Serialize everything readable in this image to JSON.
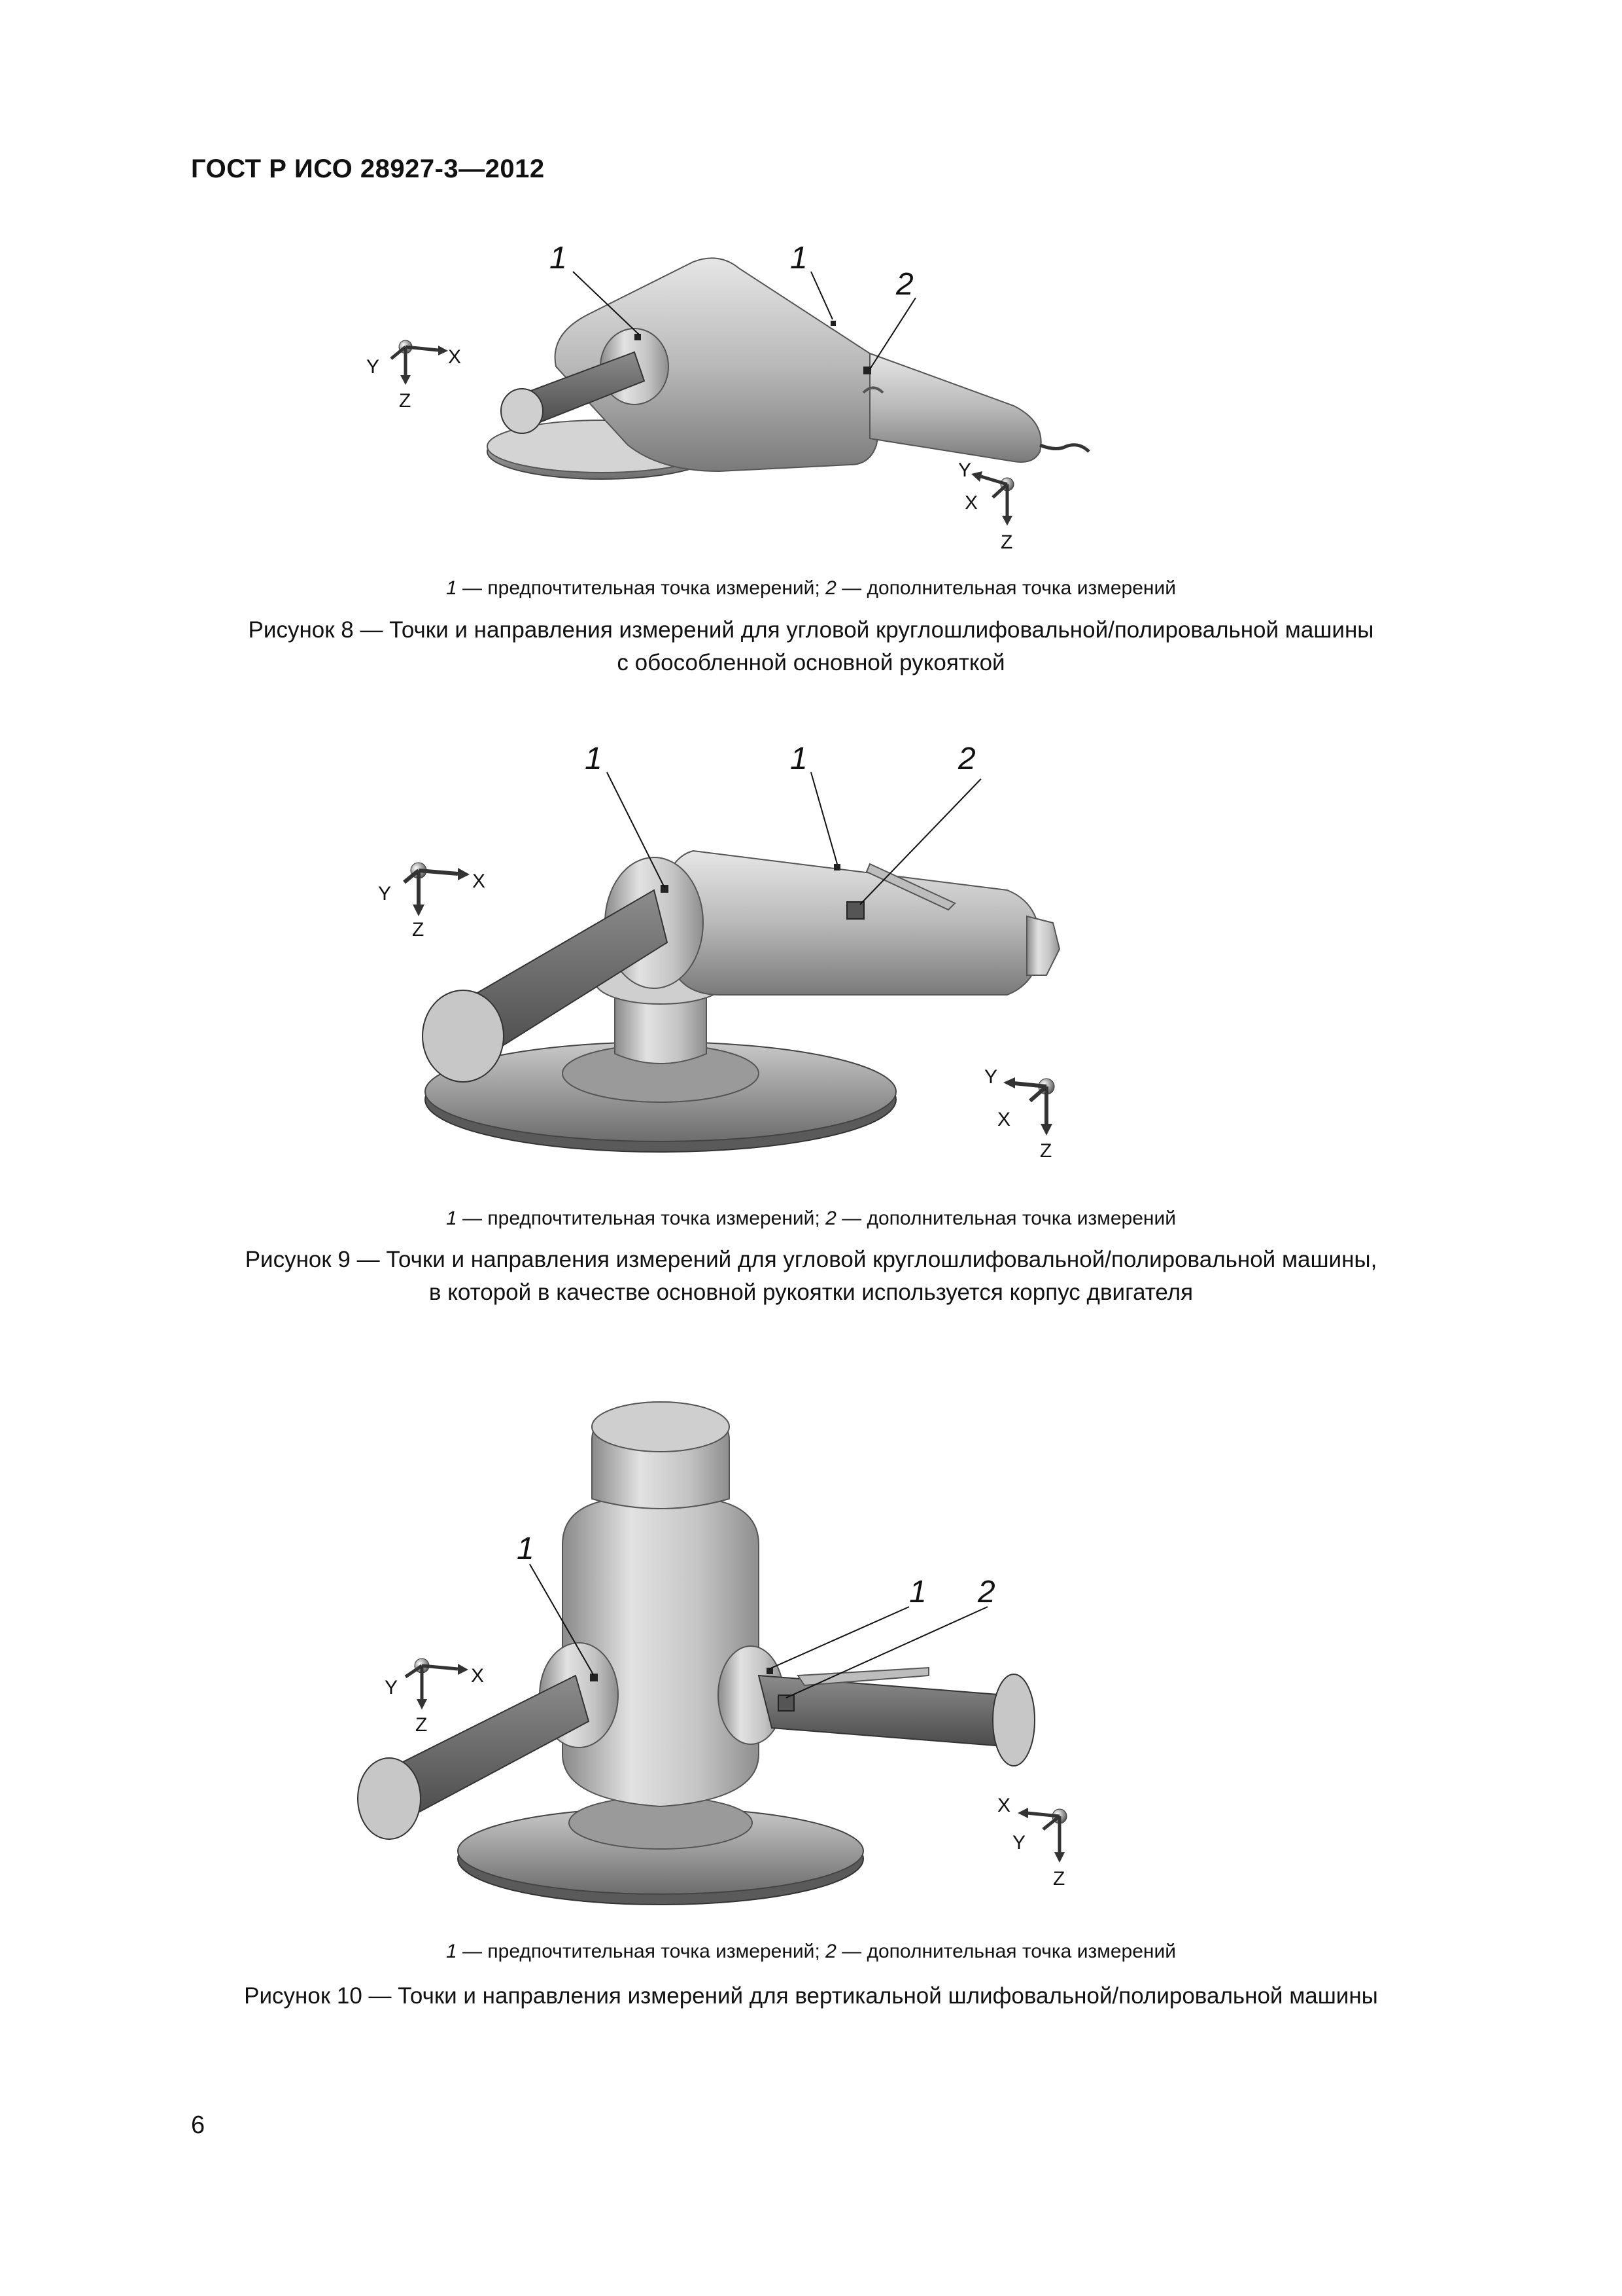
{
  "header": {
    "title": "ГОСТ Р ИСО 28927-3—2012"
  },
  "figures": [
    {
      "callouts": [
        "1",
        "1",
        "2"
      ],
      "axes_machine": [
        "Y",
        "X",
        "Z"
      ],
      "axes_grip": [
        "Y",
        "X",
        "Z"
      ],
      "legend": {
        "n1": "1",
        "t1": " — предпочтительная точка измерений; ",
        "n2": "2",
        "t2": " — дополнительная точка измерений"
      },
      "caption_line1": "Рисунок 8 — Точки и направления измерений для угловой круглошлифовальной/полировальной машины",
      "caption_line2": "с обособленной основной рукояткой"
    },
    {
      "callouts": [
        "1",
        "1",
        "2"
      ],
      "axes_machine": [
        "Y",
        "X",
        "Z"
      ],
      "axes_grip": [
        "Y",
        "X",
        "Z"
      ],
      "legend": {
        "n1": "1",
        "t1": " — предпочтительная точка измерений; ",
        "n2": "2",
        "t2": " — дополнительная точка измерений"
      },
      "caption_line1": "Рисунок 9 — Точки и направления измерений для угловой круглошлифовальной/полировальной машины,",
      "caption_line2": "в которой в качестве основной рукоятки используется корпус двигателя"
    },
    {
      "callouts": [
        "1",
        "1",
        "2"
      ],
      "axes_machine": [
        "Y",
        "X",
        "Z"
      ],
      "axes_grip": [
        "X",
        "Y",
        "Z"
      ],
      "legend": {
        "n1": "1",
        "t1": " — предпочтительная точка измерений; ",
        "n2": "2",
        "t2": " — дополнительная точка измерений"
      },
      "caption_line1": "Рисунок 10 — Точки и направления измерений для вертикальной шлифовальной/полировальной машины",
      "caption_line2": ""
    }
  ],
  "page_number": "6"
}
